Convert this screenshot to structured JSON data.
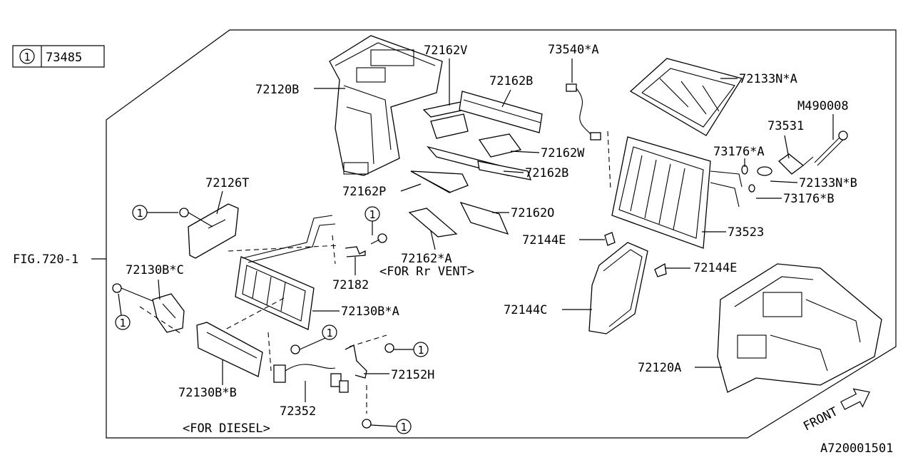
{
  "legend": {
    "marker": "1",
    "part": "73485"
  },
  "figure_ref": "FIG.720-1",
  "front_label": "FRONT",
  "diagram_id": "A720001501",
  "callout_marker": "1",
  "notes": {
    "rear_vent": "<FOR Rr VENT>",
    "diesel": "<FOR DIESEL>"
  },
  "labels": {
    "p72120B": "72120B",
    "p72162V": "72162V",
    "p73540A": "73540*A",
    "p72133NA": "72133N*A",
    "p72162B_top": "72162B",
    "pM490008": "M490008",
    "p73531": "73531",
    "p73176A": "73176*A",
    "p72162W": "72162W",
    "p72133NB": "72133N*B",
    "p72162B_mid": "72162B",
    "p73176B": "73176*B",
    "p72126T": "72126T",
    "p72162P": "72162P",
    "p72162O": "72162O",
    "p73523": "73523",
    "p72144E_a": "72144E",
    "p72162A": "72162*A",
    "p72144E_b": "72144E",
    "p72130BC": "72130B*C",
    "p72182": "72182",
    "p72144C": "72144C",
    "p72130BA": "72130B*A",
    "p72152H": "72152H",
    "p72120A": "72120A",
    "p72130BB": "72130B*B",
    "p72352": "72352"
  }
}
